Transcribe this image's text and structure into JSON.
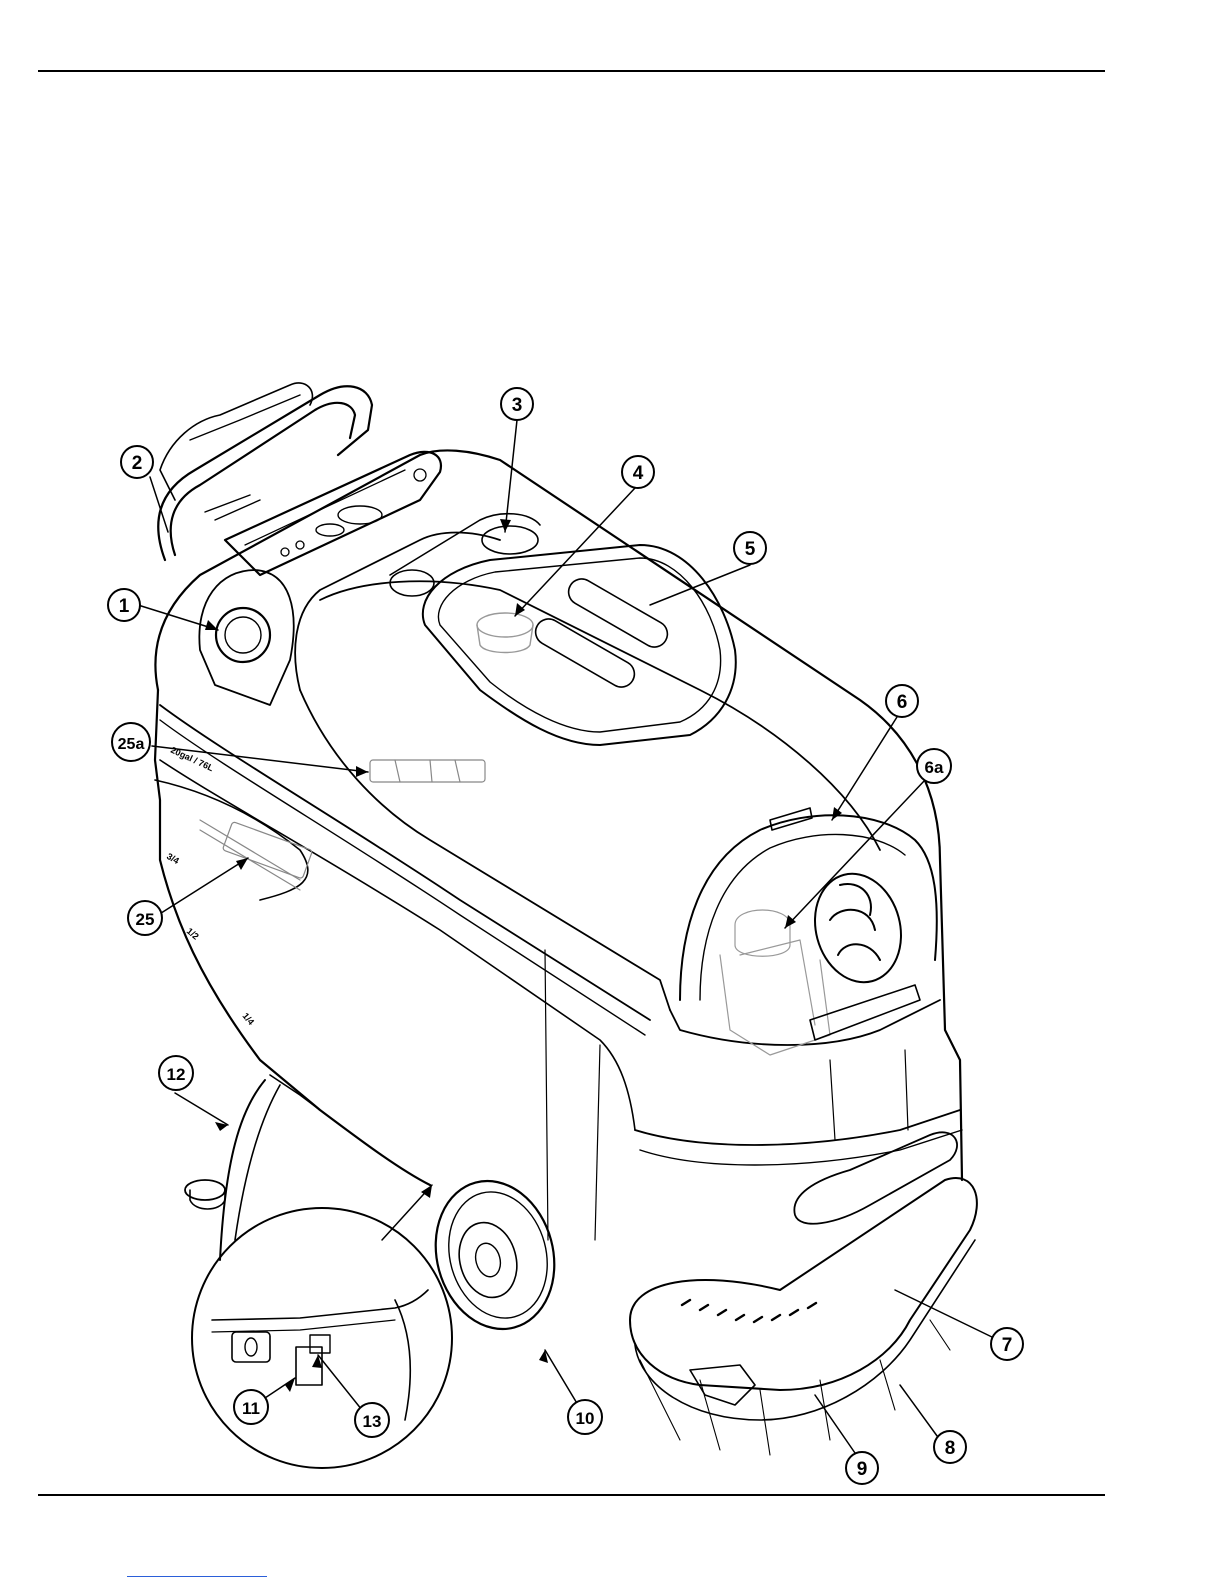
{
  "callouts": [
    {
      "id": "c1",
      "label": "1"
    },
    {
      "id": "c2",
      "label": "2"
    },
    {
      "id": "c3",
      "label": "3"
    },
    {
      "id": "c4",
      "label": "4"
    },
    {
      "id": "c5",
      "label": "5"
    },
    {
      "id": "c6",
      "label": "6"
    },
    {
      "id": "c6a",
      "label": "6a"
    },
    {
      "id": "c7",
      "label": "7"
    },
    {
      "id": "c8",
      "label": "8"
    },
    {
      "id": "c9",
      "label": "9"
    },
    {
      "id": "c10",
      "label": "10"
    },
    {
      "id": "c11",
      "label": "11"
    },
    {
      "id": "c12",
      "label": "12"
    },
    {
      "id": "c13",
      "label": "13"
    },
    {
      "id": "c25",
      "label": "25"
    },
    {
      "id": "c25a",
      "label": "25a"
    }
  ],
  "tank_marks": {
    "capacity": "20gal / 76L",
    "level_3_4": "3/4",
    "level_1_2": "1/2",
    "level_1_4": "1/4"
  }
}
